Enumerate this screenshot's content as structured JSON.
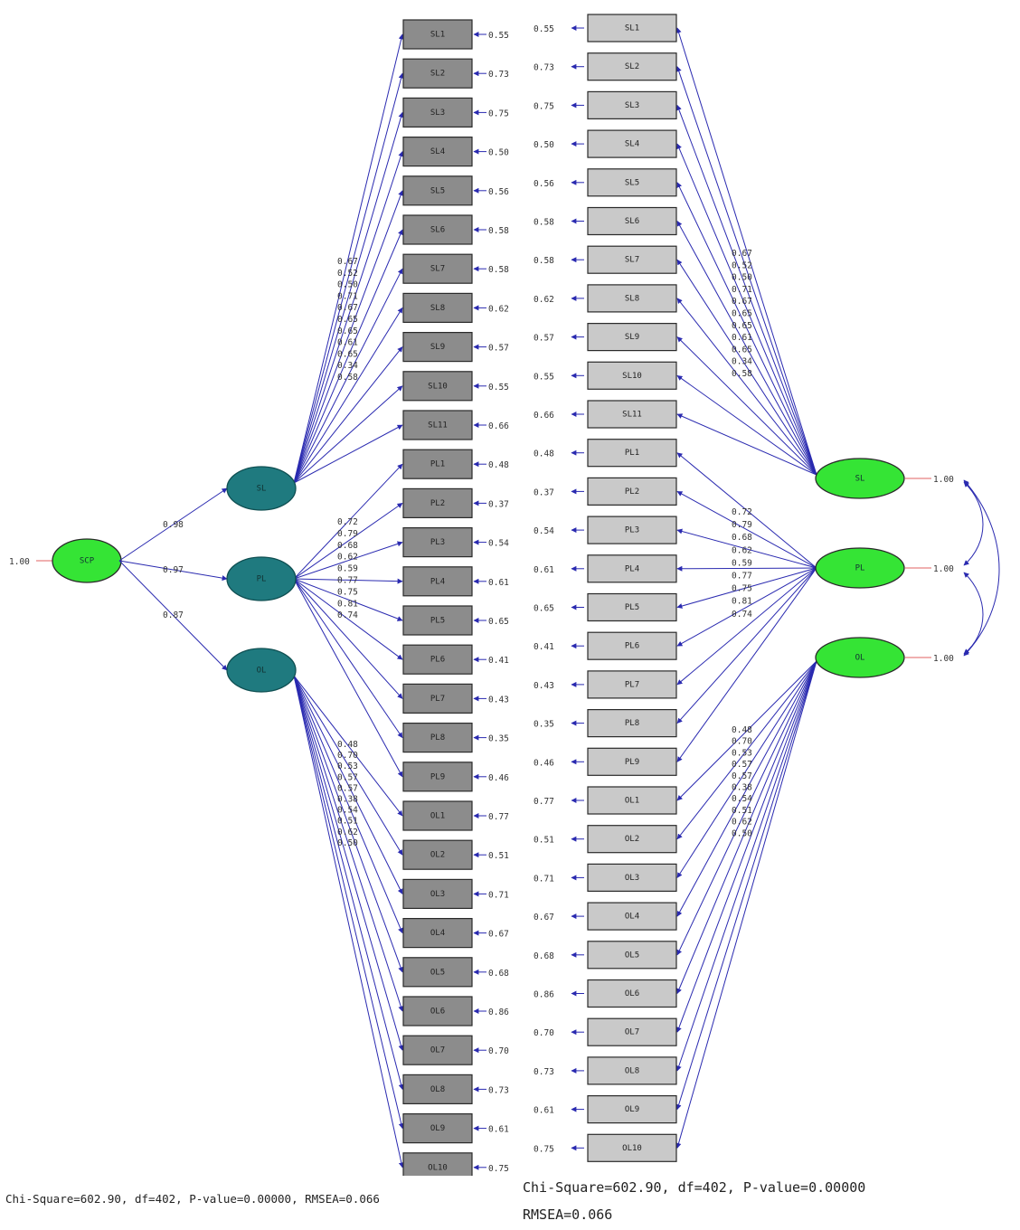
{
  "left_model": {
    "second_order": {
      "name": "SCP",
      "variance": "1.00"
    },
    "factors": [
      {
        "name": "SL",
        "loading": "0.98"
      },
      {
        "name": "PL",
        "loading": "0.97"
      },
      {
        "name": "OL",
        "loading": "0.87"
      }
    ],
    "indicators": [
      {
        "name": "SL1",
        "error": "0.55"
      },
      {
        "name": "SL2",
        "error": "0.73"
      },
      {
        "name": "SL3",
        "error": "0.75"
      },
      {
        "name": "SL4",
        "error": "0.50"
      },
      {
        "name": "SL5",
        "error": "0.56"
      },
      {
        "name": "SL6",
        "error": "0.58"
      },
      {
        "name": "SL7",
        "error": "0.58"
      },
      {
        "name": "SL8",
        "error": "0.62"
      },
      {
        "name": "SL9",
        "error": "0.57"
      },
      {
        "name": "SL10",
        "error": "0.55"
      },
      {
        "name": "SL11",
        "error": "0.66"
      },
      {
        "name": "PL1",
        "error": "0.48"
      },
      {
        "name": "PL2",
        "error": "0.37"
      },
      {
        "name": "PL3",
        "error": "0.54"
      },
      {
        "name": "PL4",
        "error": "0.61"
      },
      {
        "name": "PL5",
        "error": "0.65"
      },
      {
        "name": "PL6",
        "error": "0.41"
      },
      {
        "name": "PL7",
        "error": "0.43"
      },
      {
        "name": "PL8",
        "error": "0.35"
      },
      {
        "name": "PL9",
        "error": "0.46"
      },
      {
        "name": "OL1",
        "error": "0.77"
      },
      {
        "name": "OL2",
        "error": "0.51"
      },
      {
        "name": "OL3",
        "error": "0.71"
      },
      {
        "name": "OL4",
        "error": "0.67"
      },
      {
        "name": "OL5",
        "error": "0.68"
      },
      {
        "name": "OL6",
        "error": "0.86"
      },
      {
        "name": "OL7",
        "error": "0.70"
      },
      {
        "name": "OL8",
        "error": "0.73"
      },
      {
        "name": "OL9",
        "error": "0.61"
      },
      {
        "name": "OL10",
        "error": "0.75"
      }
    ],
    "sl_loadings": [
      "0.67",
      "0.52",
      "0.50",
      "0.71",
      "0.67",
      "0.65",
      "0.65",
      "0.61",
      "0.65",
      "0.34",
      "0.58"
    ],
    "pl_loadings": [
      "0.72",
      "0.79",
      "0.68",
      "0.62",
      "0.59",
      "0.77",
      "0.75",
      "0.81",
      "0.74"
    ],
    "ol_loadings": [
      "0.48",
      "0.70",
      "0.53",
      "0.57",
      "0.57",
      "0.38",
      "0.54",
      "0.51",
      "0.62",
      "0.50"
    ],
    "fit": "Chi-Square=602.90, df=402, P-value=0.00000, RMSEA=0.066"
  },
  "right_model": {
    "factors": [
      {
        "name": "SL",
        "variance": "1.00"
      },
      {
        "name": "PL",
        "variance": "1.00"
      },
      {
        "name": "OL",
        "variance": "1.00"
      }
    ],
    "indicators": [
      {
        "name": "SL1",
        "error": "0.55"
      },
      {
        "name": "SL2",
        "error": "0.73"
      },
      {
        "name": "SL3",
        "error": "0.75"
      },
      {
        "name": "SL4",
        "error": "0.50"
      },
      {
        "name": "SL5",
        "error": "0.56"
      },
      {
        "name": "SL6",
        "error": "0.58"
      },
      {
        "name": "SL7",
        "error": "0.58"
      },
      {
        "name": "SL8",
        "error": "0.62"
      },
      {
        "name": "SL9",
        "error": "0.57"
      },
      {
        "name": "SL10",
        "error": "0.55"
      },
      {
        "name": "SL11",
        "error": "0.66"
      },
      {
        "name": "PL1",
        "error": "0.48"
      },
      {
        "name": "PL2",
        "error": "0.37"
      },
      {
        "name": "PL3",
        "error": "0.54"
      },
      {
        "name": "PL4",
        "error": "0.61"
      },
      {
        "name": "PL5",
        "error": "0.65"
      },
      {
        "name": "PL6",
        "error": "0.41"
      },
      {
        "name": "PL7",
        "error": "0.43"
      },
      {
        "name": "PL8",
        "error": "0.35"
      },
      {
        "name": "PL9",
        "error": "0.46"
      },
      {
        "name": "OL1",
        "error": "0.77"
      },
      {
        "name": "OL2",
        "error": "0.51"
      },
      {
        "name": "OL3",
        "error": "0.71"
      },
      {
        "name": "OL4",
        "error": "0.67"
      },
      {
        "name": "OL5",
        "error": "0.68"
      },
      {
        "name": "OL6",
        "error": "0.86"
      },
      {
        "name": "OL7",
        "error": "0.70"
      },
      {
        "name": "OL8",
        "error": "0.73"
      },
      {
        "name": "OL9",
        "error": "0.61"
      },
      {
        "name": "OL10",
        "error": "0.75"
      }
    ],
    "sl_loadings": [
      "0.67",
      "0.52",
      "0.50",
      "0.71",
      "0.67",
      "0.65",
      "0.65",
      "0.61",
      "0.65",
      "0.34",
      "0.58"
    ],
    "pl_loadings": [
      "0.72",
      "0.79",
      "0.68",
      "0.62",
      "0.59",
      "0.77",
      "0.75",
      "0.81",
      "0.74"
    ],
    "ol_loadings": [
      "0.48",
      "0.70",
      "0.53",
      "0.57",
      "0.57",
      "0.38",
      "0.54",
      "0.51",
      "0.62",
      "0.50"
    ],
    "fit_line1": "Chi-Square=602.90, df=402, P-value=0.00000",
    "fit_line2": "RMSEA=0.066"
  },
  "colors": {
    "observed_left": "#8c8c8c",
    "observed_right": "#c9c9c9",
    "latent_left": "#1f7a7f",
    "latent_right": "#35e435",
    "path": "#2a2ab0"
  }
}
